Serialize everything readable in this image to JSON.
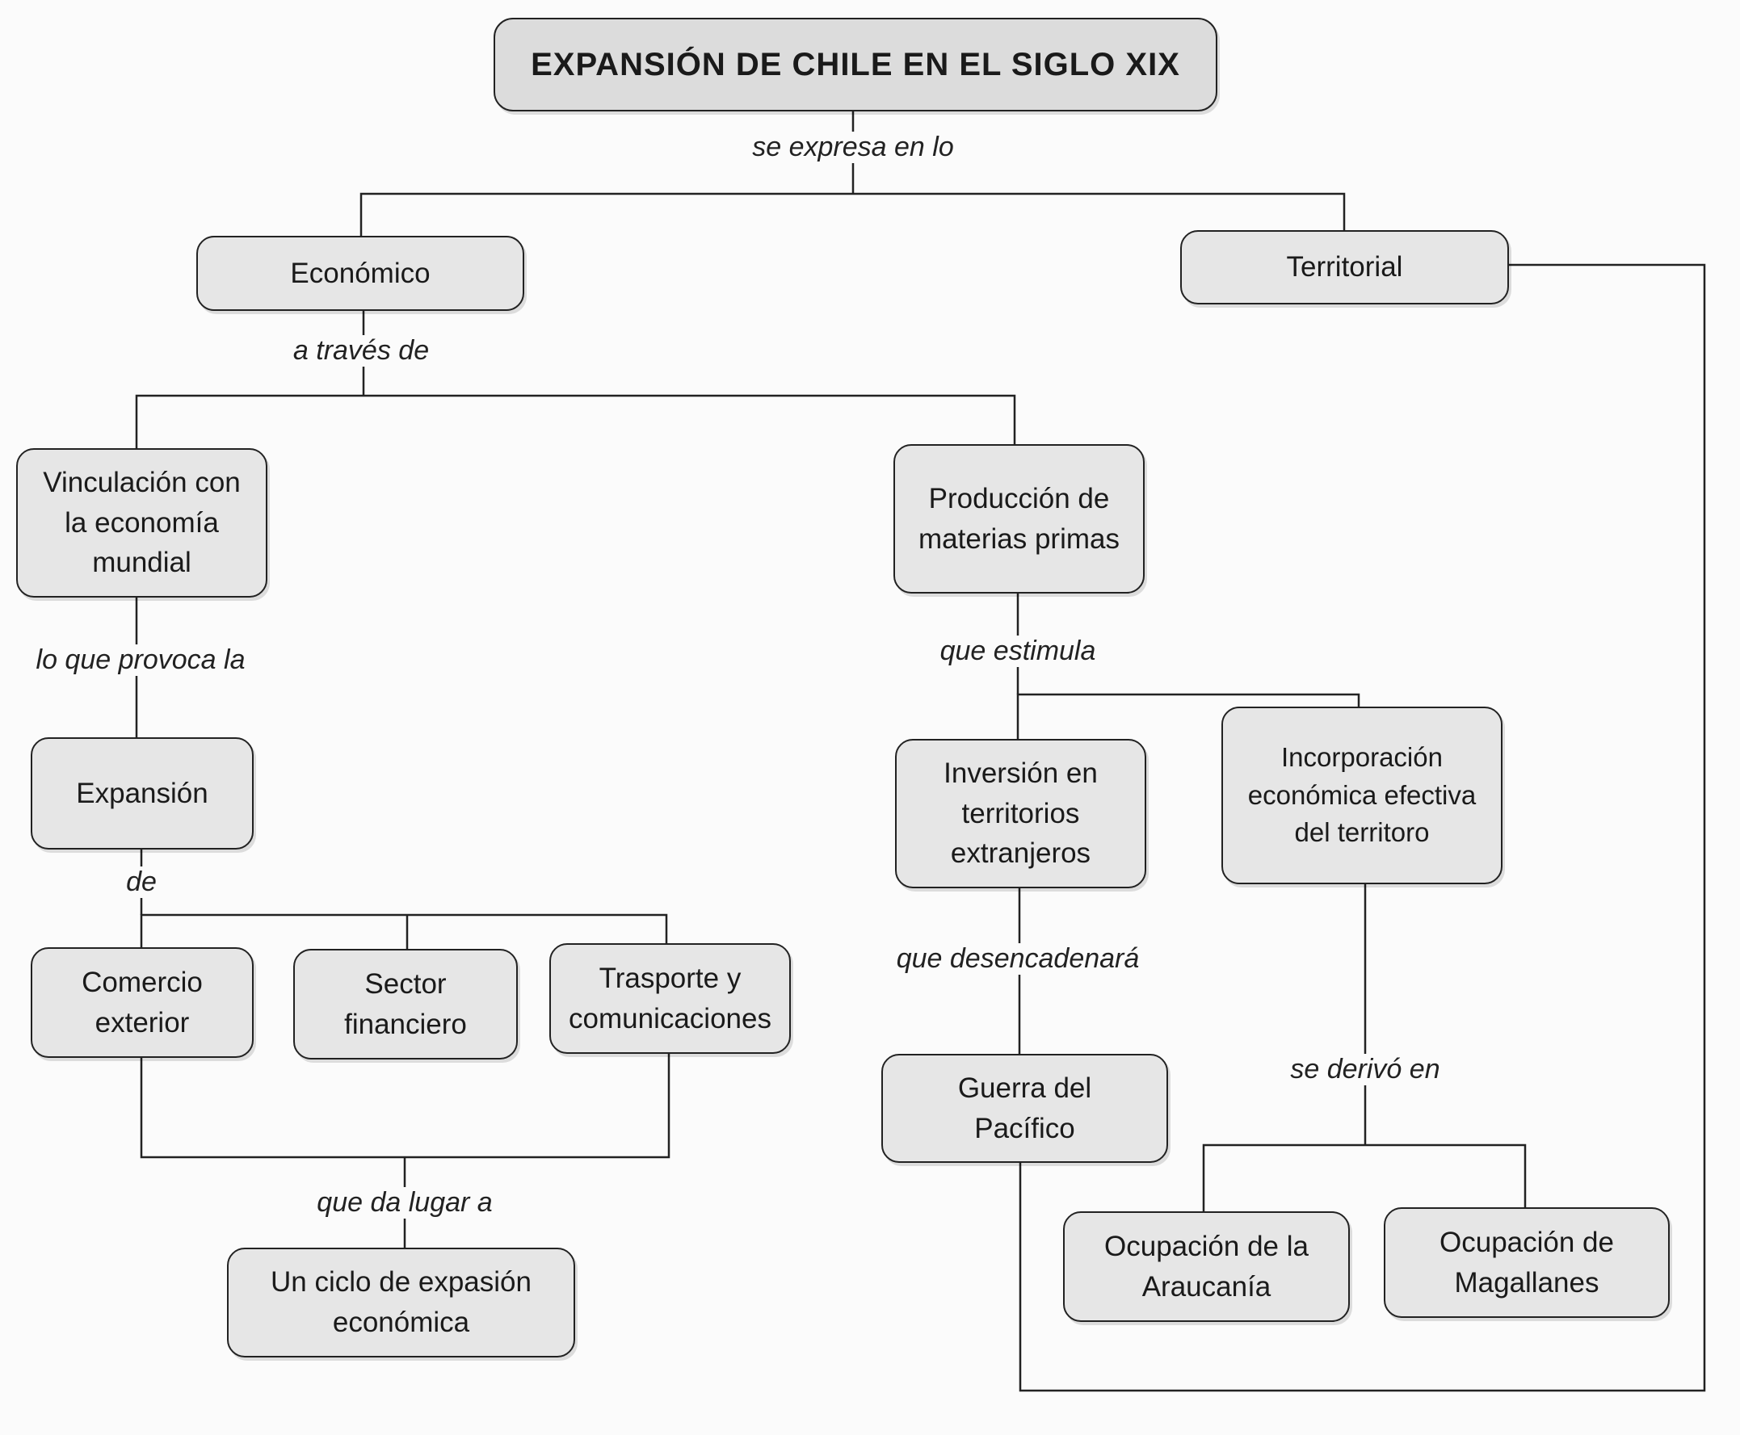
{
  "title": "EXPANSIÓN DE CHILE EN EL SIGLO XIX",
  "nodes": {
    "economico": "Económico",
    "territorial": "Territorial",
    "vinculacion": "Vinculación con\nla economía\nmundial",
    "produccion": "Producción de\nmaterias primas",
    "expansion": "Expansión",
    "inversion": "Inversión en\nterritorios\nextranjeros",
    "incorporacion": "Incorporación\neconómica efectiva\ndel territoro",
    "comercio": "Comercio\nexterior",
    "sector": "Sector\nfinanciero",
    "trasporte": "Trasporte y\ncomunicaciones",
    "guerra": "Guerra del\nPacífico",
    "ciclo": "Un ciclo de expasión\neconómica",
    "araucania": "Ocupación de la\nAraucanía",
    "magallanes": "Ocupación de\nMagallanes"
  },
  "links": {
    "se_expresa": "se expresa en lo",
    "a_traves": "a través de",
    "lo_que_provoca": "lo que provoca la",
    "que_estimula": "que estimula",
    "de": "de",
    "que_desencadenara": "que desencadenará",
    "se_derivo": "se derivó en",
    "que_da_lugar": "que da lugar a"
  },
  "colors": {
    "node_fill": "#e6e6e6",
    "line": "#222222",
    "background": "#fbfbfb"
  }
}
